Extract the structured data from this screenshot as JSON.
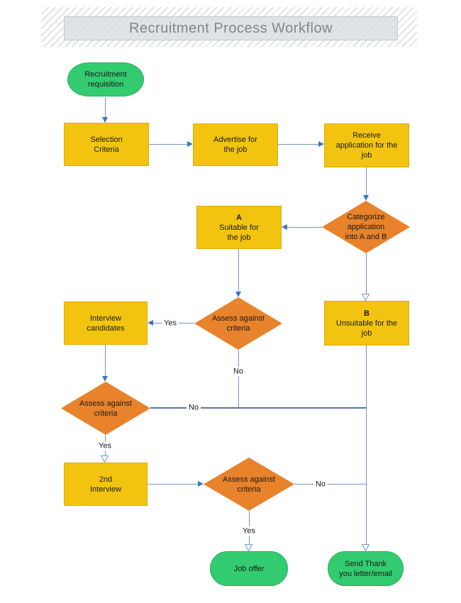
{
  "title": "Recruitment Process Workflow",
  "colors": {
    "title_text": "#818688",
    "process_fill": "#F2C40F",
    "process_border": "#E0A910",
    "terminator_fill": "#33CB70",
    "terminator_border": "#2AAE60",
    "decision_fill": "#E8822B",
    "connector_line": "#7495C5",
    "connector_strong": "#4E79AD",
    "arrowhead": "#3E76C0"
  },
  "nodes": {
    "start": {
      "type": "terminator",
      "label": "Recruitment\nrequisition"
    },
    "selection_criteria": {
      "type": "process",
      "label": "Selection\nCriteria"
    },
    "advertise": {
      "type": "process",
      "label": "Advertise for\nthe job"
    },
    "receive_application": {
      "type": "process",
      "label": "Receive\napplication for the\njob"
    },
    "categorize": {
      "type": "decision",
      "label": "Categorize\napplication\ninto A and B"
    },
    "suitable": {
      "type": "process",
      "prefix": "A",
      "label": "Suitable for\nthe job"
    },
    "unsuitable": {
      "type": "process",
      "prefix": "B",
      "label": "Unsuitable for the\njob"
    },
    "assess_1": {
      "type": "decision",
      "label": "Assess against\ncriteria"
    },
    "interview_candidates": {
      "type": "process",
      "label": "Interview\ncandidates"
    },
    "assess_2": {
      "type": "decision",
      "label": "Assess against\ncriteria"
    },
    "second_interview": {
      "type": "process",
      "label": "2nd\nInterview"
    },
    "assess_3": {
      "type": "decision",
      "label": "Assess against\ncriteria"
    },
    "job_offer": {
      "type": "terminator",
      "label": "Job offer"
    },
    "send_thank_you": {
      "type": "terminator",
      "label": "Send Thank\nyou letter/email"
    }
  },
  "edge_labels": {
    "assess1_yes": "Yes",
    "assess1_no": "No",
    "assess2_no": "No",
    "assess2_yes": "Yes",
    "assess3_no": "No",
    "assess3_yes": "Yes"
  }
}
